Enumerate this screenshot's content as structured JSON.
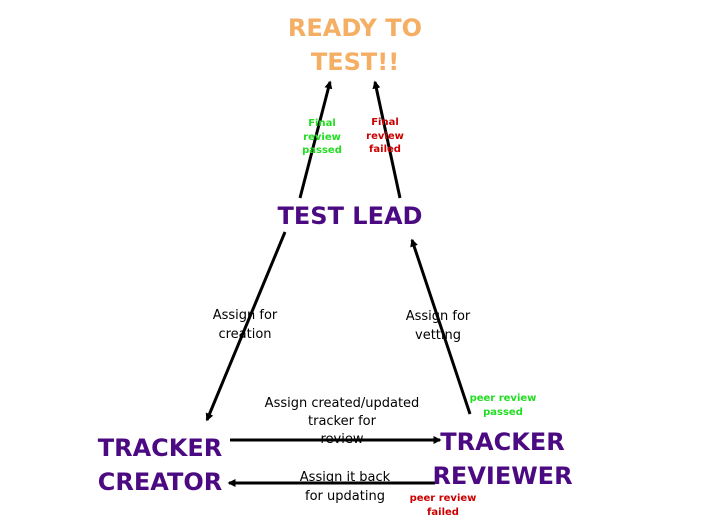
{
  "nodes": {
    "ready": {
      "line1": "READY TO",
      "line2": "TEST!!"
    },
    "test_lead": "TEST LEAD",
    "creator": {
      "line1": "TRACKER",
      "line2": "CREATOR"
    },
    "reviewer": {
      "line1": "TRACKER",
      "line2": "REVIEWER"
    }
  },
  "edges": {
    "final_passed": {
      "line1": "Final",
      "line2": "review",
      "line3": "passed"
    },
    "final_failed": {
      "line1": "Final",
      "line2": "review",
      "line3": "failed"
    },
    "assign_creation": {
      "line1": "Assign for",
      "line2": "creation"
    },
    "assign_vetting": {
      "line1": "Assign for",
      "line2": "vetting"
    },
    "assign_review": {
      "line1": "Assign created/updated",
      "line2": "tracker for",
      "line3": "review"
    },
    "assign_back": {
      "line1": "Assign it back",
      "line2": "for updating"
    },
    "peer_passed": {
      "line1": "peer review",
      "line2": "passed"
    },
    "peer_failed": {
      "line1": "peer review",
      "line2": "failed"
    }
  },
  "colors": {
    "ready": "#F5AF64",
    "node": "#4B0A82",
    "passed": "#22DD22",
    "failed": "#CC0000",
    "arrow": "#000000"
  }
}
